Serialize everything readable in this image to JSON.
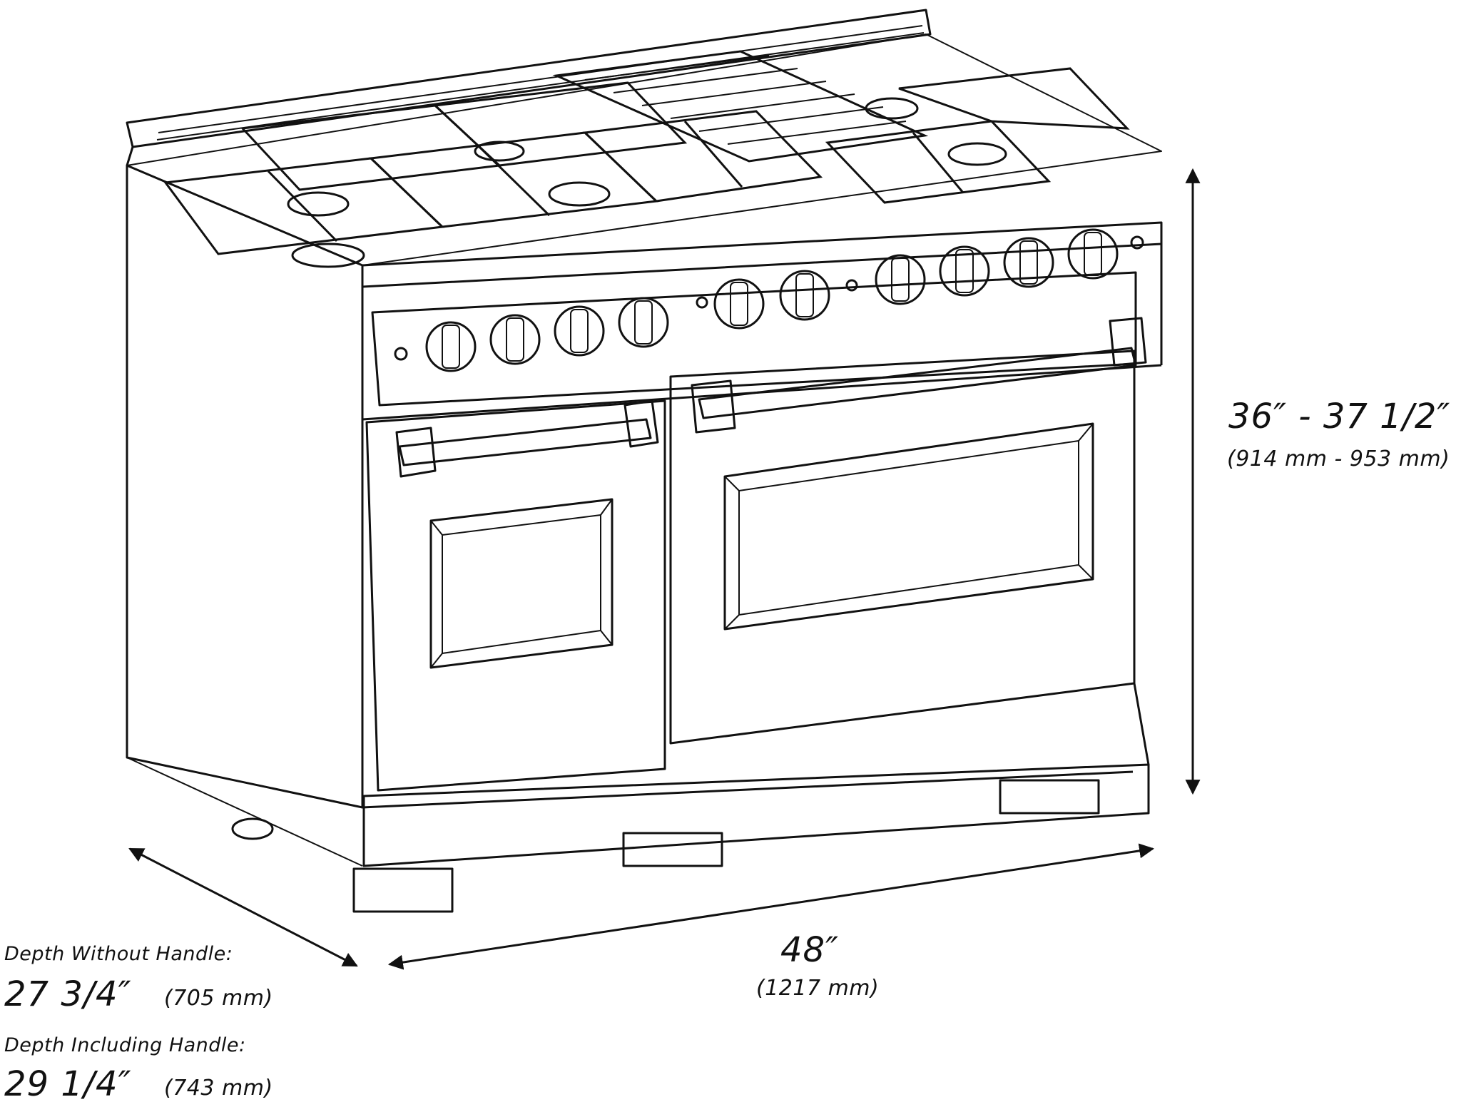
{
  "colors": {
    "line": "#111111",
    "background": "#ffffff"
  },
  "dimensions": {
    "height": {
      "imperial": "36″ - 37 1/2″",
      "metric": "(914 mm - 953 mm)"
    },
    "width": {
      "imperial": "48″",
      "metric": "(1217 mm)"
    },
    "depth_without_handle": {
      "label": "Depth Without Handle:",
      "imperial": "27 3/4″",
      "metric": "(705 mm)"
    },
    "depth_including_handle": {
      "label": "Depth Including Handle:",
      "imperial": "29 1/4″",
      "metric": "(743 mm)"
    }
  }
}
